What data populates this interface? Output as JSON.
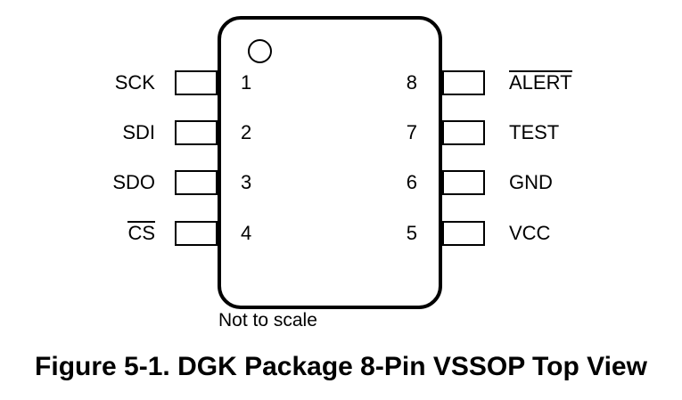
{
  "figure": {
    "caption": "Figure 5-1. DGK Package 8-Pin VSSOP Top View",
    "scale_note": "Not to scale"
  },
  "package": {
    "name": "DGK",
    "type": "VSSOP",
    "pin_count": 8,
    "view": "Top View",
    "pin1_indicator": "circle"
  },
  "colors": {
    "ink": "#000000",
    "background": "#ffffff"
  },
  "pins": {
    "left": [
      {
        "number": "1",
        "name": "SCK",
        "overline": false
      },
      {
        "number": "2",
        "name": "SDI",
        "overline": false
      },
      {
        "number": "3",
        "name": "SDO",
        "overline": false
      },
      {
        "number": "4",
        "name": "CS",
        "overline": true
      }
    ],
    "right": [
      {
        "number": "8",
        "name": "ALERT",
        "overline": true
      },
      {
        "number": "7",
        "name": "TEST",
        "overline": false
      },
      {
        "number": "6",
        "name": "GND",
        "overline": false
      },
      {
        "number": "5",
        "name": "VCC",
        "overline": false
      }
    ]
  }
}
